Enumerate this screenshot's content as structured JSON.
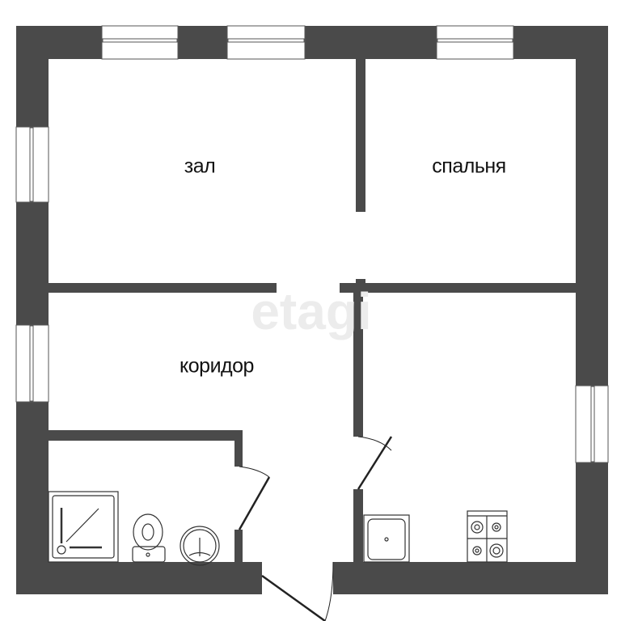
{
  "rooms": {
    "living_room": "зал",
    "bedroom": "спальня",
    "hallway": "коридор"
  },
  "watermark": "etagi",
  "colors": {
    "wall": "#4a4a4a",
    "background": "#ffffff",
    "fixture": "#333333"
  }
}
